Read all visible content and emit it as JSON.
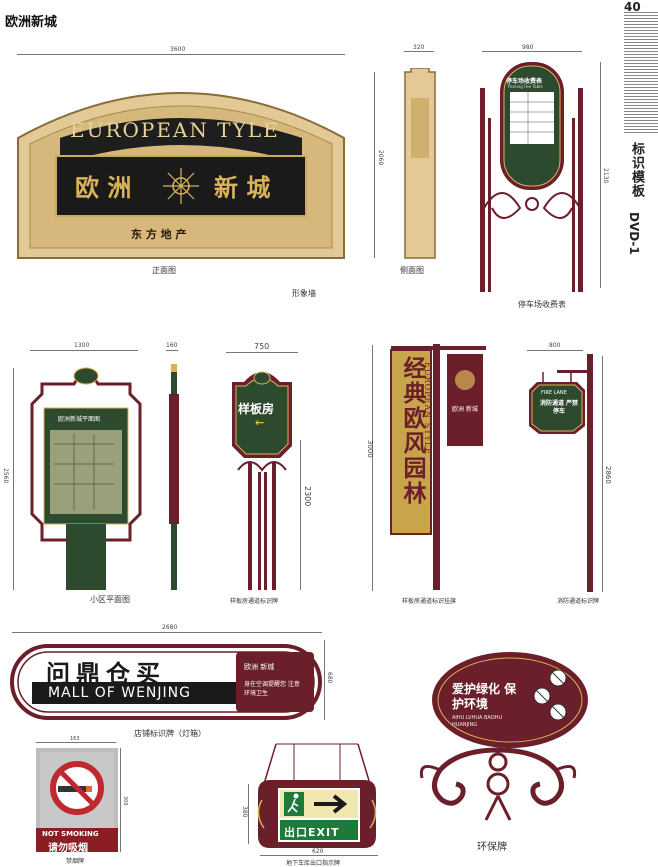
{
  "page": {
    "title": "欧洲新城",
    "page_number": "40",
    "side_label": "标识模板",
    "disc_label": "DVD-1"
  },
  "colors": {
    "maroon": "#6b1f2a",
    "green": "#2e4a2e",
    "gold": "#d8b35a",
    "stone": "#d9c08c",
    "dark": "#1a1a1a"
  },
  "items": {
    "wall_sign": {
      "arch_text": "EUROPEAN TYLE",
      "left_text": "欧 洲",
      "right_text": "新 城",
      "sub_text": "东 方 地 产",
      "width_dim": "3600",
      "front_caption": "正面图",
      "group_caption": "形象墙"
    },
    "side_view": {
      "width_dim": "320",
      "height_dim": "2060",
      "caption": "侧面图"
    },
    "parking": {
      "width_dim": "980",
      "height_dim": "2130",
      "board_title": "停车场收费表",
      "board_sub": "Parking Fee Table",
      "caption": "停车场收费表"
    },
    "plan_sign": {
      "width_dim": "1300",
      "height_dim": "2560",
      "board_title": "欧洲新城平面图",
      "caption": "小区平面图"
    },
    "plan_side": {
      "width_dim": "160"
    },
    "showroom": {
      "width_dim": "750",
      "height_dim": "2300",
      "sign_text": "样板房",
      "arrow": "←",
      "caption": "样板房通道标识牌"
    },
    "banner": {
      "height_dim": "3000",
      "vertical_text": "经典欧风园林",
      "en_text": "EUROPEAN STYLE",
      "flag_text": "欧洲 新城",
      "caption": "样板房通道标识挂旗"
    },
    "fire": {
      "width_dim": "800",
      "height_dim": "2860",
      "top_text": "FIRE LANE",
      "main_text": "消防通道 严禁停车",
      "caption": "消防通道标识牌"
    },
    "shop": {
      "width_dim": "2680",
      "height_dim": "680",
      "cn_text": "问鼎仓买",
      "en_text": "MALL OF WENJING",
      "brand_text": "欧洲 新城",
      "slogan": "身在空调提醒您 注意环境卫生",
      "caption": "店铺标识牌（灯箱）"
    },
    "no_smoking": {
      "width_dim": "163",
      "height_dim": "300",
      "en_text": "NOT SMOKING",
      "cn_text": "请勿吸烟",
      "caption": "禁烟牌"
    },
    "exit": {
      "width_dim": "620",
      "height_dim": "380",
      "text": "出口EXIT",
      "caption": "地下车库出口指示牌"
    },
    "eco": {
      "cn_text": "爱护绿化 保护环境",
      "en_text": "AIHU LVHUA BAOHU HUANJING",
      "caption": "环保牌"
    }
  }
}
